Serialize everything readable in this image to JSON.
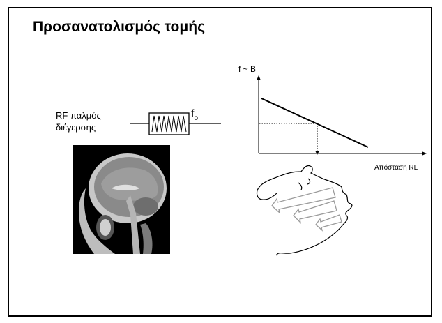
{
  "slide": {
    "title": "Προσανατολισμός τομής"
  },
  "pulse": {
    "label_line1": "RF παλμός",
    "label_line2": "διέγερσης",
    "freq_symbol": "f",
    "freq_subscript": "o"
  },
  "graph": {
    "y_label": "f ~ B",
    "x_label": "Απόσταση RL"
  },
  "image": {
    "name": "MRI sagittal head scan"
  }
}
